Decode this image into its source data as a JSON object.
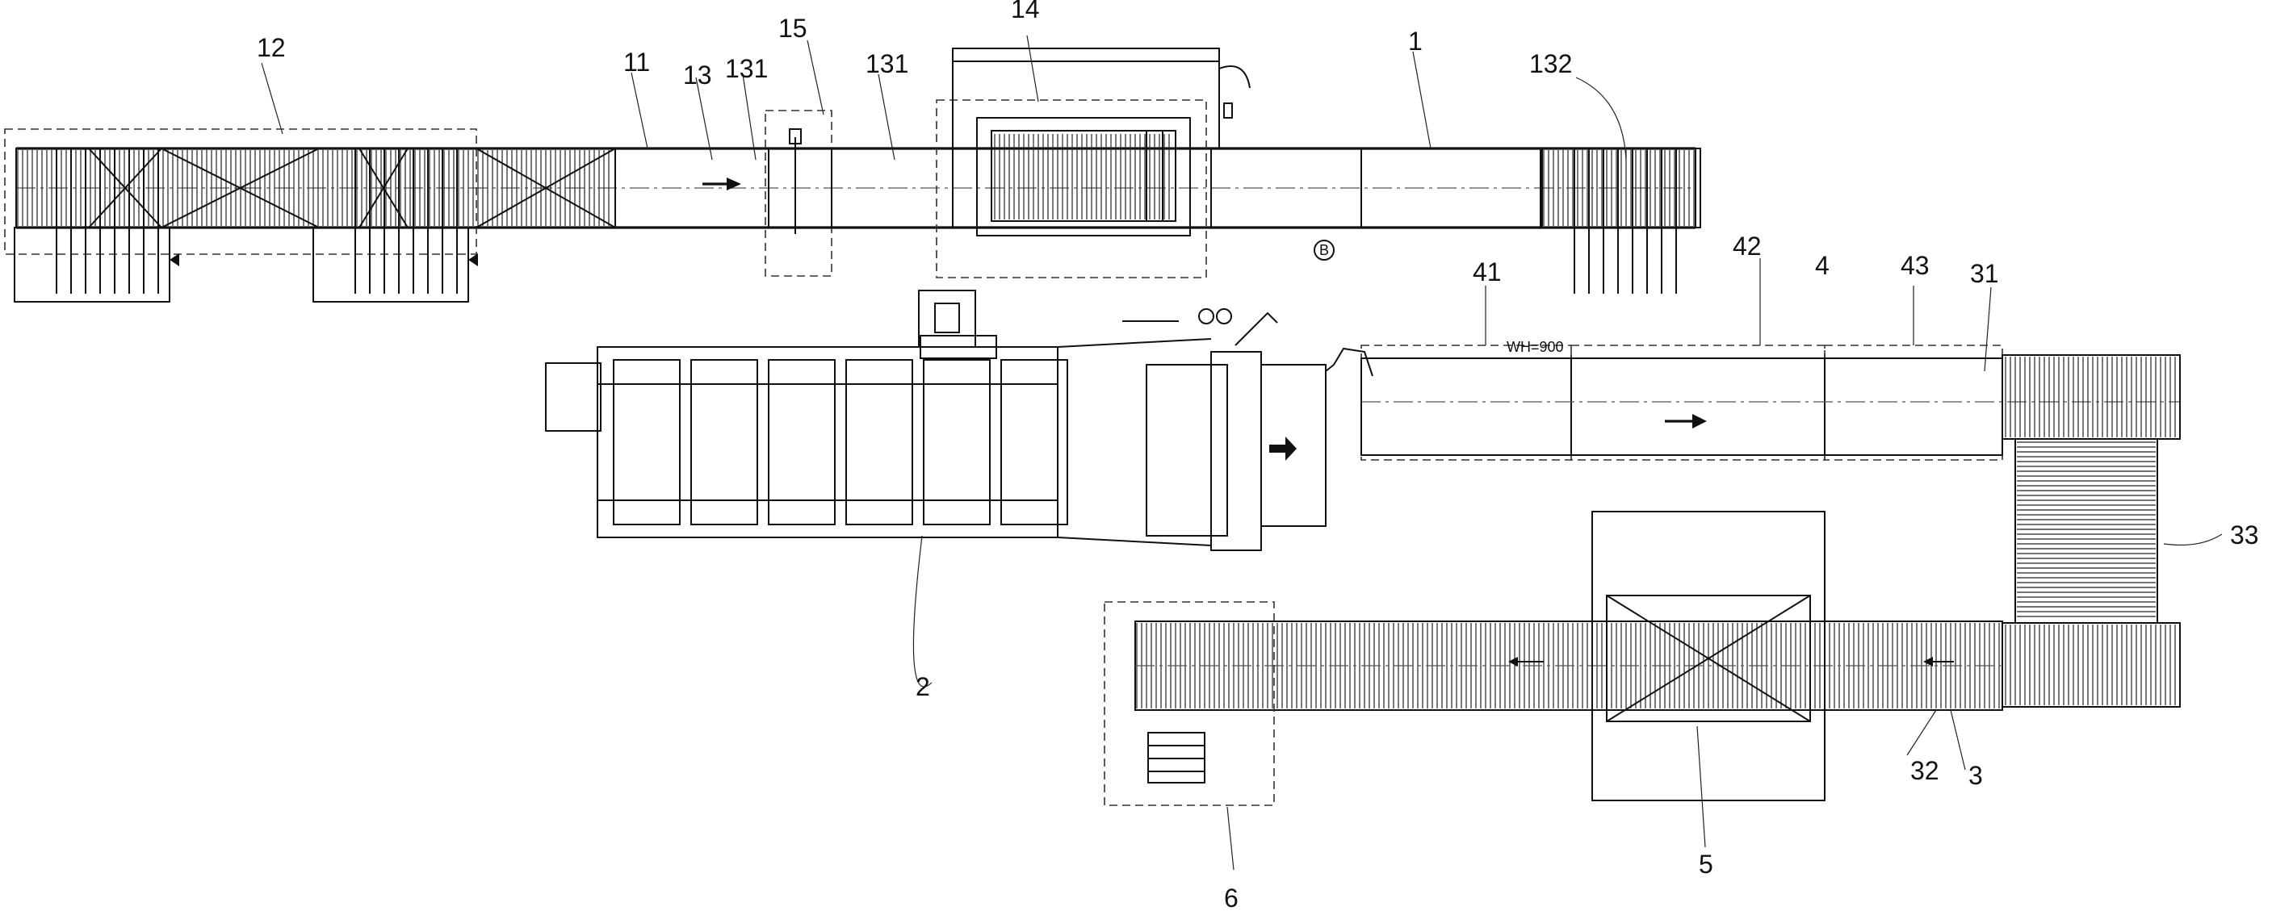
{
  "labels": {
    "l1": "1",
    "l2": "2",
    "l3": "3",
    "l4": "4",
    "l5": "5",
    "l6": "6",
    "l11": "11",
    "l12": "12",
    "l13": "13",
    "l131a": "131",
    "l131b": "131",
    "l132": "132",
    "l14": "14",
    "l15": "15",
    "l31": "31",
    "l32": "32",
    "l33": "33",
    "l41": "41",
    "l42": "42",
    "l43": "43"
  },
  "annotations": {
    "width_mark": "WH=900",
    "circle_mark": "B"
  },
  "colors": {
    "line": "#111111",
    "background": "#ffffff"
  }
}
